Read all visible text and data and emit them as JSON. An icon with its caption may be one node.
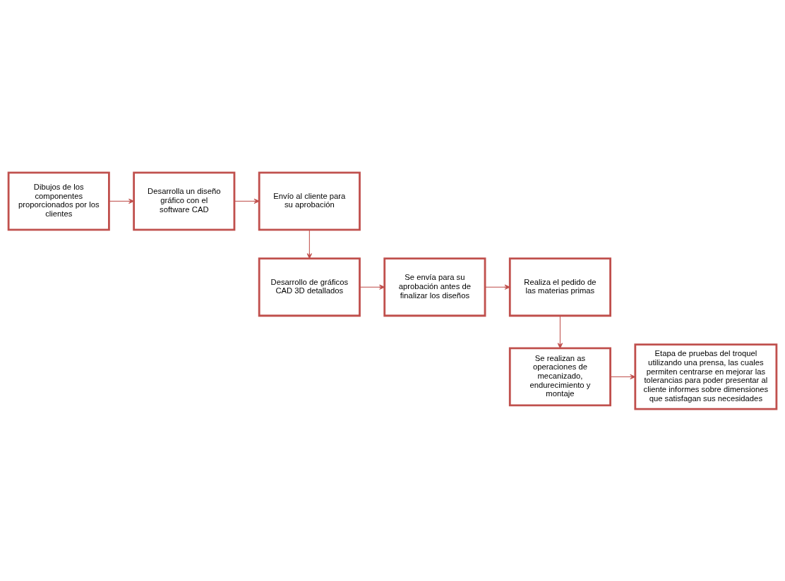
{
  "diagram": {
    "nodes": [
      {
        "text": [
          "Dibujos de los componentes proporcionados por los clientes"
        ]
      },
      {
        "text": [
          "Desarrolla un diseño gráfico con el software CAD"
        ]
      },
      {
        "text": [
          "Envío al cliente para su aprobación"
        ]
      },
      {
        "text": [
          "Desarrollo de gráficos CAD 3D detallados"
        ]
      },
      {
        "text": [
          "Se envía para su aprobación antes de finalizar los diseños"
        ]
      },
      {
        "text": [
          "Realiza el pedido de las materias primas"
        ]
      },
      {
        "text": [
          "Se realizan as operaciones de mecanizado, endurecimiento y montaje"
        ]
      },
      {
        "text": [
          "Etapa de pruebas del troquel utilizando una prensa, las cuales permiten centrarse en mejorar las tolerancias para poder presentar al cliente informes sobre dimensiones que satisfagan sus necesidades"
        ]
      }
    ],
    "edges": [
      {
        "from": 0,
        "to": 1,
        "arrow": "to"
      },
      {
        "from": 1,
        "to": 2,
        "arrow": "to"
      },
      {
        "from": 2,
        "to": 3,
        "arrow": "to"
      },
      {
        "from": 3,
        "to": 4,
        "arrow": "to"
      },
      {
        "from": 4,
        "to": 5,
        "arrow": "to"
      },
      {
        "from": 5,
        "to": 6,
        "arrow": "to"
      },
      {
        "from": 6,
        "to": 7,
        "arrow": "to"
      }
    ]
  }
}
